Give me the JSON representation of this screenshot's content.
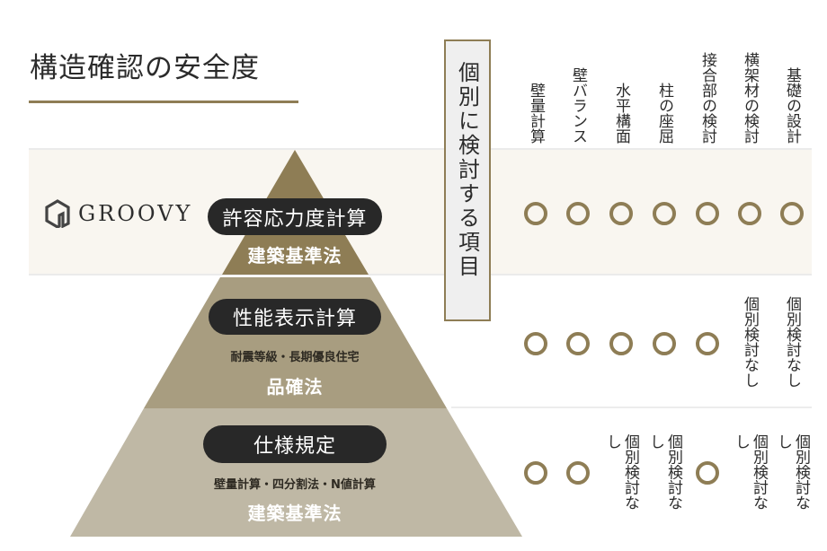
{
  "title": "構造確認の安全度",
  "logo": {
    "text": "GROOVY",
    "icon": "hexagon-g-logo-icon"
  },
  "individual_items_label": "個別に検討する項目",
  "columns": [
    "壁量計算",
    "壁バランス",
    "水平構面",
    "柱の座屈",
    "接合部の検討",
    "横架材の検討",
    "基礎の設計"
  ],
  "tiers": [
    {
      "method": "許容応力度計算",
      "detail": "",
      "law": "建築基準法",
      "cells": [
        "○",
        "○",
        "○",
        "○",
        "○",
        "○",
        "○"
      ]
    },
    {
      "method": "性能表示計算",
      "detail": "耐震等級・長期優良住宅",
      "law": "品確法",
      "cells": [
        "○",
        "○",
        "○",
        "○",
        "○",
        "個別検討なし",
        "個別検討なし"
      ]
    },
    {
      "method": "仕様規定",
      "detail": "壁量計算・四分割法・N値計算",
      "law": "建築基準法",
      "cells": [
        "○",
        "○",
        "個別検討なし",
        "個別検討なし",
        "○",
        "個別検討なし",
        "個別検討なし"
      ]
    }
  ],
  "legend": {
    "check_mark": "○",
    "no_check": "個別検討なし"
  },
  "colors": {
    "accent": "#8e7d55",
    "tier1": "#8e7d55",
    "tier2": "#a89d80",
    "tier3": "#bfb8a5",
    "pill": "#282828",
    "band": "#f9f6f0"
  }
}
